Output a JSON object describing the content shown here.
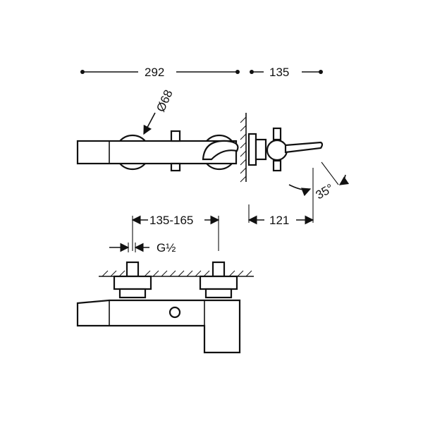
{
  "dimensions": {
    "overall_width": "292",
    "spout_projection": "135",
    "knob_diameter": "Ø68",
    "spout_reach": "121",
    "spout_angle": "35°",
    "inlet_spacing": "135-165",
    "thread": "G½"
  },
  "colors": {
    "ink": "#111111",
    "background": "#ffffff"
  }
}
